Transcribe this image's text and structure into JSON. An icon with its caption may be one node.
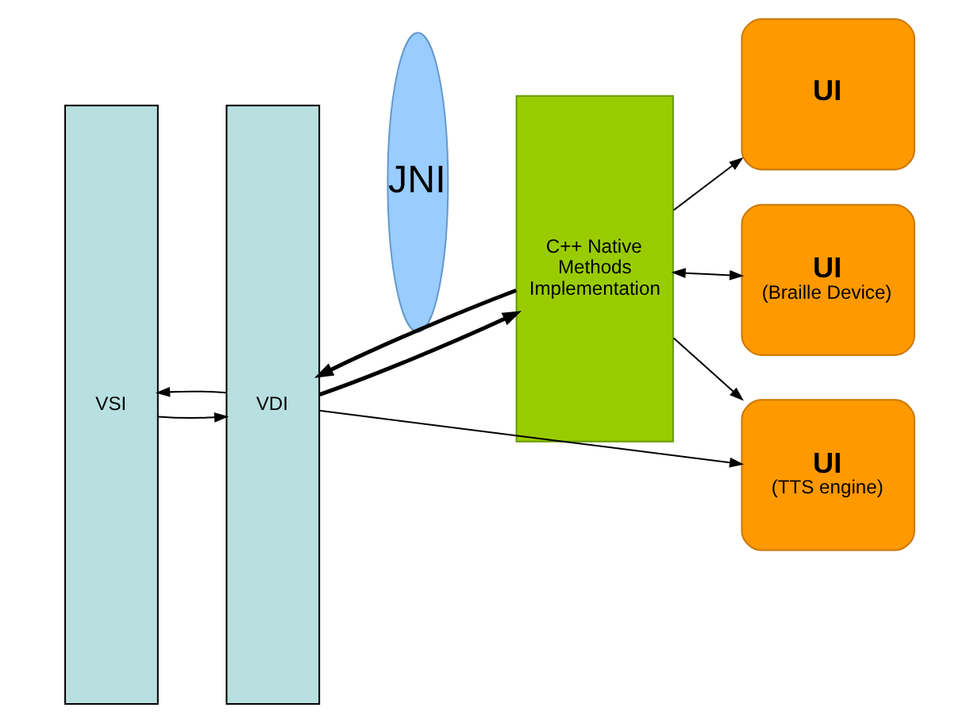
{
  "diagram": {
    "nodes": [
      {
        "text": [
          "VSI"
        ]
      },
      {
        "text": [
          "VDI"
        ]
      },
      {
        "text": [
          "JNI"
        ]
      },
      {
        "text": [
          "C++ Native Methods Implementation"
        ]
      },
      {
        "text": [
          "UI"
        ]
      },
      {
        "text": [
          "UI",
          "(Braille Device)"
        ]
      },
      {
        "text": [
          "UI",
          "(TTS engine)"
        ]
      }
    ],
    "edges": [
      {
        "from": 0,
        "to": 1,
        "arrow": "to"
      },
      {
        "from": 1,
        "to": 0,
        "arrow": "to"
      },
      {
        "from": 1,
        "to": 3,
        "arrow": "to",
        "style": "thick"
      },
      {
        "from": 3,
        "to": 1,
        "arrow": "to",
        "style": "thick"
      },
      {
        "from": 3,
        "to": 4,
        "arrow": "to"
      },
      {
        "from": 3,
        "to": 5,
        "arrow": "both"
      },
      {
        "from": 3,
        "to": 6,
        "arrow": "to"
      },
      {
        "from": 1,
        "to": 6,
        "arrow": "to"
      }
    ]
  }
}
